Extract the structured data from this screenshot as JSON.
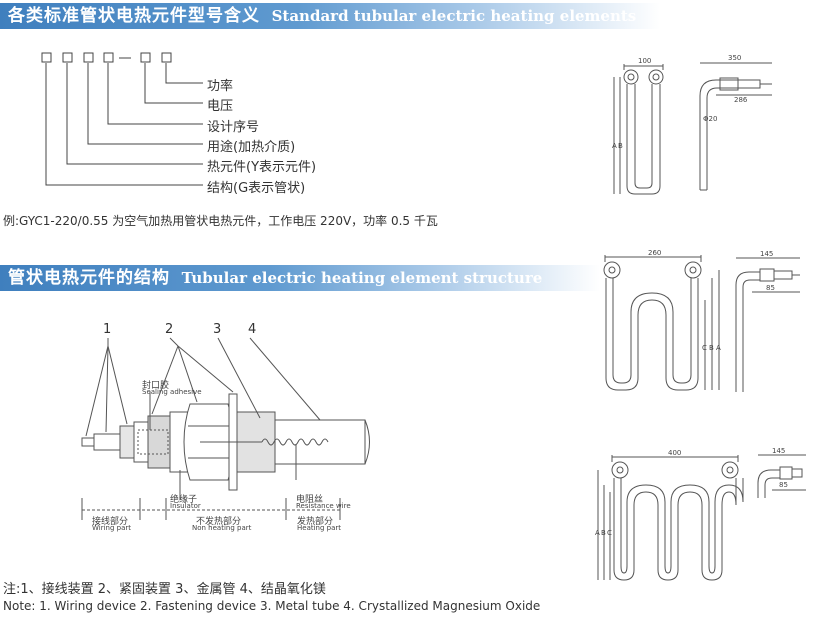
{
  "section1": {
    "title_cn": "各类标准管状电热元件型号含义",
    "title_en": "Standard tubular electric heating elements",
    "code_legend": [
      "功率",
      "电压",
      "设计序号",
      "用途(加热介质)",
      "热元件(Y表示元件)",
      "结构(G表示管状)"
    ],
    "example": "例:GYC1-220/0.55 为空气加热用管状电热元件，工作电压 220V，功率 0.5 千瓦"
  },
  "section2": {
    "title_cn": "管状电热元件的结构",
    "title_en": "Tubular electric heating element structure",
    "part_numbers": [
      "1",
      "2",
      "3",
      "4"
    ],
    "labels": {
      "sealing_cn": "封口胶",
      "sealing_en": "Sealing adhesive",
      "insulator_cn": "绝缘子",
      "insulator_en": "Insulator",
      "resistance_cn": "电阻丝",
      "resistance_en": "Resistance wire",
      "wiring_cn": "接线部分",
      "wiring_en": "Wiring part",
      "nonheat_cn": "不发热部分",
      "nonheat_en": "Non heating part",
      "heat_cn": "发热部分",
      "heat_en": "Heating part"
    },
    "note_cn": "注:1、接线装置  2、紧固装置  3、金属管  4、结晶氧化镁",
    "note_en": "Note: 1. Wiring device 2. Fastening device 3. Metal tube 4. Crystallized Magnesium Oxide"
  },
  "drawings": {
    "d1": {
      "w": "100",
      "total": "350",
      "inner": "286",
      "dia": "Φ20",
      "a": "A",
      "b": "B"
    },
    "d2": {
      "w": "260",
      "total": "145",
      "inner": "85",
      "a": "A",
      "b": "B",
      "c": "C"
    },
    "d3": {
      "w": "400",
      "total": "145",
      "inner": "85",
      "a": "A",
      "b": "B",
      "c": "C"
    }
  }
}
